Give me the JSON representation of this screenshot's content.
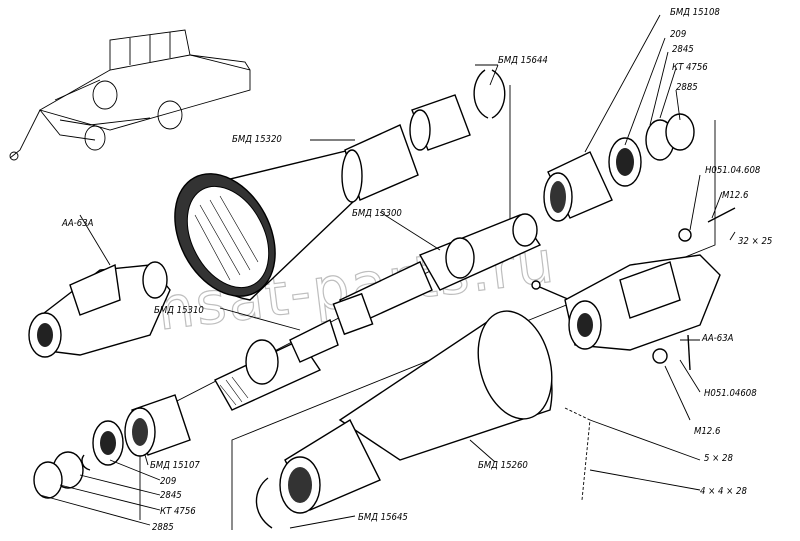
{
  "watermark": "ansat-parts.ru",
  "labels": {
    "bmd15644": "БМД 15644",
    "bmd15108": "БМД 15108",
    "n209_top": "209",
    "n2845_top": "2845",
    "kt4756_top": "КТ 4756",
    "n2885_top": "2885",
    "bmd15320": "БМД 15320",
    "n0510460b_top": "Н051.04.608",
    "m126_top": "М12.6",
    "n32x25": "32 × 25",
    "aa63a_left": "АА-63А",
    "bmd15300": "БМД 15300",
    "bmd15310": "БМД 15310",
    "aa63a_right": "АА-63А",
    "n0510460b_right": "Н051.04608",
    "m126_right": "М12.6",
    "bmd15107": "БМД 15107",
    "n209_bot": "209",
    "n2845_bot": "2845",
    "kt4756_bot": "КТ 4756",
    "n2885_bot": "2885",
    "bmd15260": "БМД 15260",
    "n5x28": "5 × 28",
    "n4x4x28": "4 × 4 × 28",
    "bmd15645": "БМД 15645"
  }
}
